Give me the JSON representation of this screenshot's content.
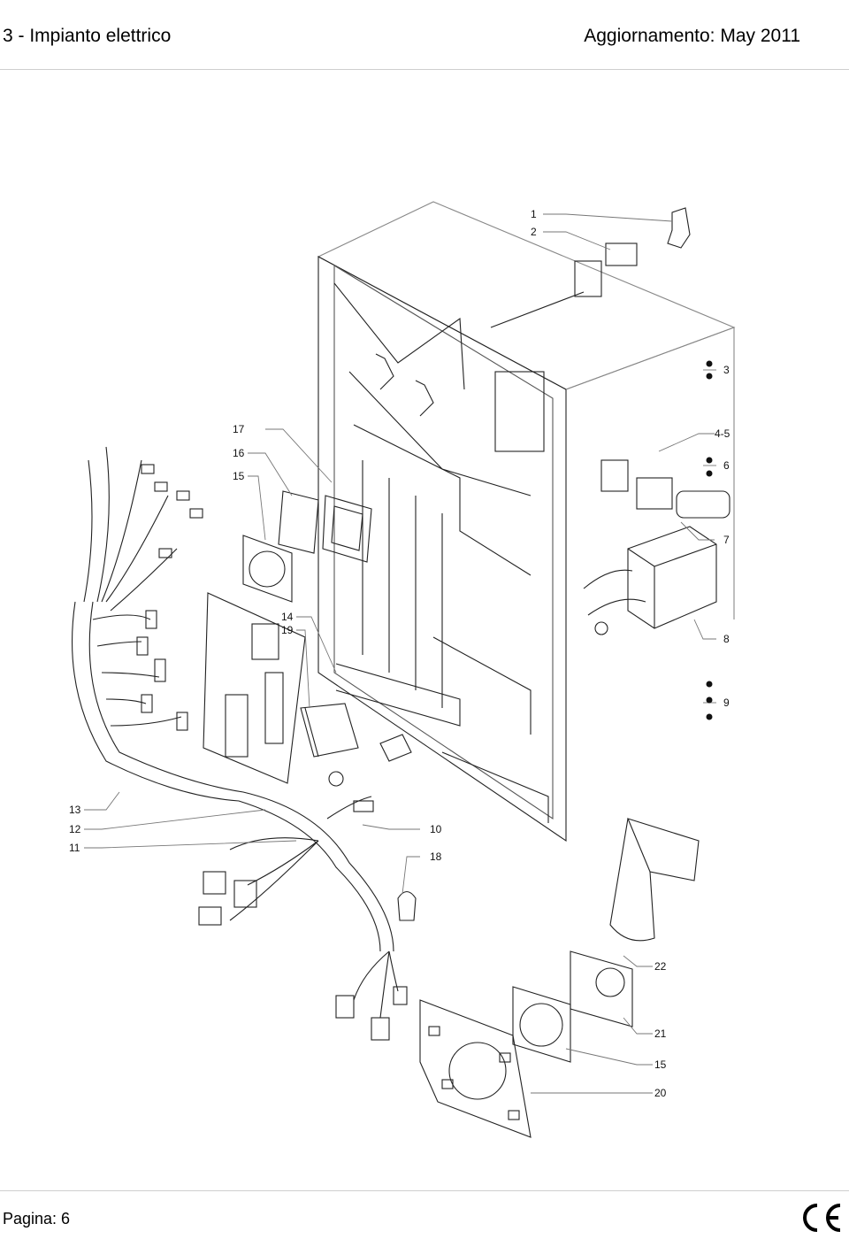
{
  "header": {
    "title": "3 - Impianto elettrico",
    "update": "Aggiornamento: May 2011"
  },
  "callouts": {
    "c1": "1",
    "c2": "2",
    "c3": "3",
    "c45": "4-5",
    "c6": "6",
    "c7": "7",
    "c8": "8",
    "c9": "9",
    "c10": "10",
    "c11": "11",
    "c12": "12",
    "c13": "13",
    "c14": "14",
    "c15a": "15",
    "c15b": "15",
    "c16": "16",
    "c17": "17",
    "c18": "18",
    "c19": "19",
    "c20": "20",
    "c21": "21",
    "c22": "22"
  },
  "footer": {
    "page": "Pagina: 6",
    "mark": "CE mark"
  }
}
